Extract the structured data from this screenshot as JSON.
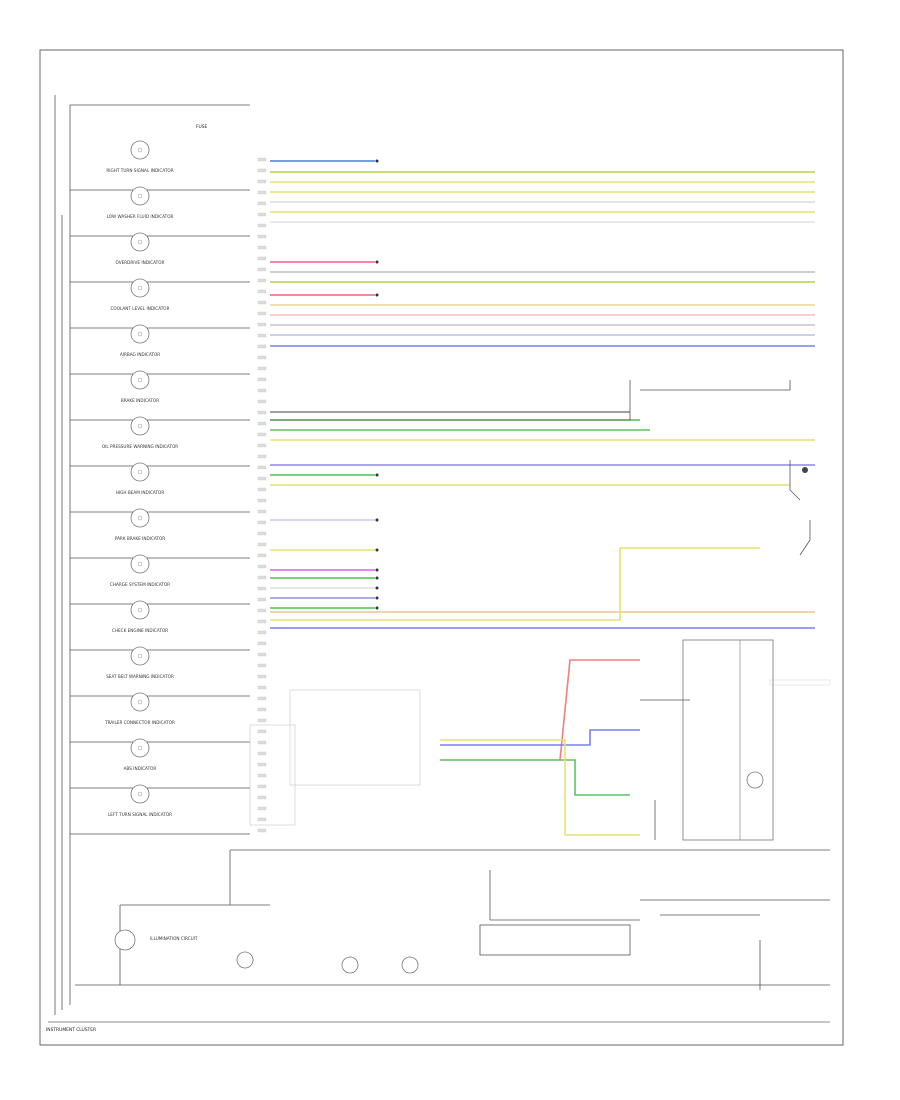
{
  "diagram": {
    "title": "INSTRUMENT CLUSTER",
    "footer": "",
    "fuse_label": "FUSE",
    "indicators": [
      {
        "label": "RIGHT TURN SIGNAL INDICATOR"
      },
      {
        "label": "LOW WASHER FLUID INDICATOR"
      },
      {
        "label": "OVERDRIVE INDICATOR"
      },
      {
        "label": "COOLANT LEVEL INDICATOR"
      },
      {
        "label": "AIRBAG INDICATOR"
      },
      {
        "label": "BRAKE INDICATOR"
      },
      {
        "label": "OIL PRESSURE WARNING INDICATOR"
      },
      {
        "label": "HIGH BEAM INDICATOR"
      },
      {
        "label": "PARK BRAKE INDICATOR"
      },
      {
        "label": "CHARGE SYSTEM INDICATOR"
      },
      {
        "label": "CHECK ENGINE INDICATOR"
      },
      {
        "label": "SEAT BELT WARNING INDICATOR"
      },
      {
        "label": "TRAILER CONNECTOR INDICATOR"
      },
      {
        "label": "ABS INDICATOR"
      },
      {
        "label": "LEFT TURN SIGNAL INDICATOR"
      },
      {
        "label": "ILLUMINATION CIRCUIT"
      }
    ],
    "wires": [
      {
        "color": "#4a7fd4"
      },
      {
        "color": "#b4d640"
      },
      {
        "color": "#e8e070"
      },
      {
        "color": "#e8e070"
      },
      {
        "color": "#dcdcdc"
      },
      {
        "color": "#e8e070"
      },
      {
        "color": "#e0e0e0"
      },
      {
        "color": "#f06080"
      },
      {
        "color": "#c0c0c0"
      },
      {
        "color": "#b4d640"
      },
      {
        "color": "#f06080"
      },
      {
        "color": "#e8d890"
      },
      {
        "color": "#f0c0c0"
      },
      {
        "color": "#d0c0c0"
      },
      {
        "color": "#c0c0e0"
      },
      {
        "color": "#7a80e8"
      },
      {
        "color": "#808080"
      },
      {
        "color": "#50c050"
      },
      {
        "color": "#60c060"
      },
      {
        "color": "#e8e070"
      },
      {
        "color": "#8a8ae0"
      },
      {
        "color": "#50c050"
      },
      {
        "color": "#e8e070"
      },
      {
        "color": "#e060e0"
      },
      {
        "color": "#50c050"
      },
      {
        "color": "#e0e0e0"
      },
      {
        "color": "#9090e8"
      },
      {
        "color": "#50c050"
      },
      {
        "color": "#c8c8f0"
      },
      {
        "color": "#e8c890"
      },
      {
        "color": "#7a80e8"
      },
      {
        "color": "#e8e070"
      }
    ]
  }
}
